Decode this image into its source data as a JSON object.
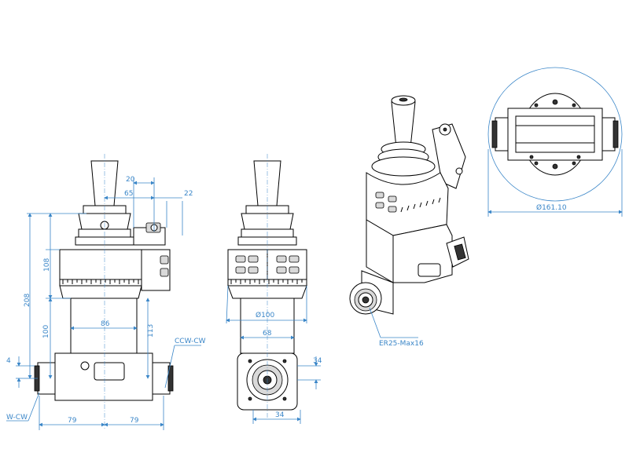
{
  "dimensions": {
    "d20": "20",
    "d65": "65",
    "d22": "22",
    "d108": "108",
    "d208": "208",
    "d100v": "100",
    "d86": "86",
    "d113": "113",
    "d4": "4",
    "d79a": "79",
    "d79b": "79",
    "dphi100": "Ø100",
    "d68": "68",
    "d34v": "34",
    "d34h": "34",
    "dphi161": "Ø161.10"
  },
  "labels": {
    "ccw": "CCW-CW",
    "wcw": "W-CW",
    "collet": "ER25-Max16"
  },
  "colors": {
    "dimension": "#3a86c8",
    "line": "#000000"
  }
}
